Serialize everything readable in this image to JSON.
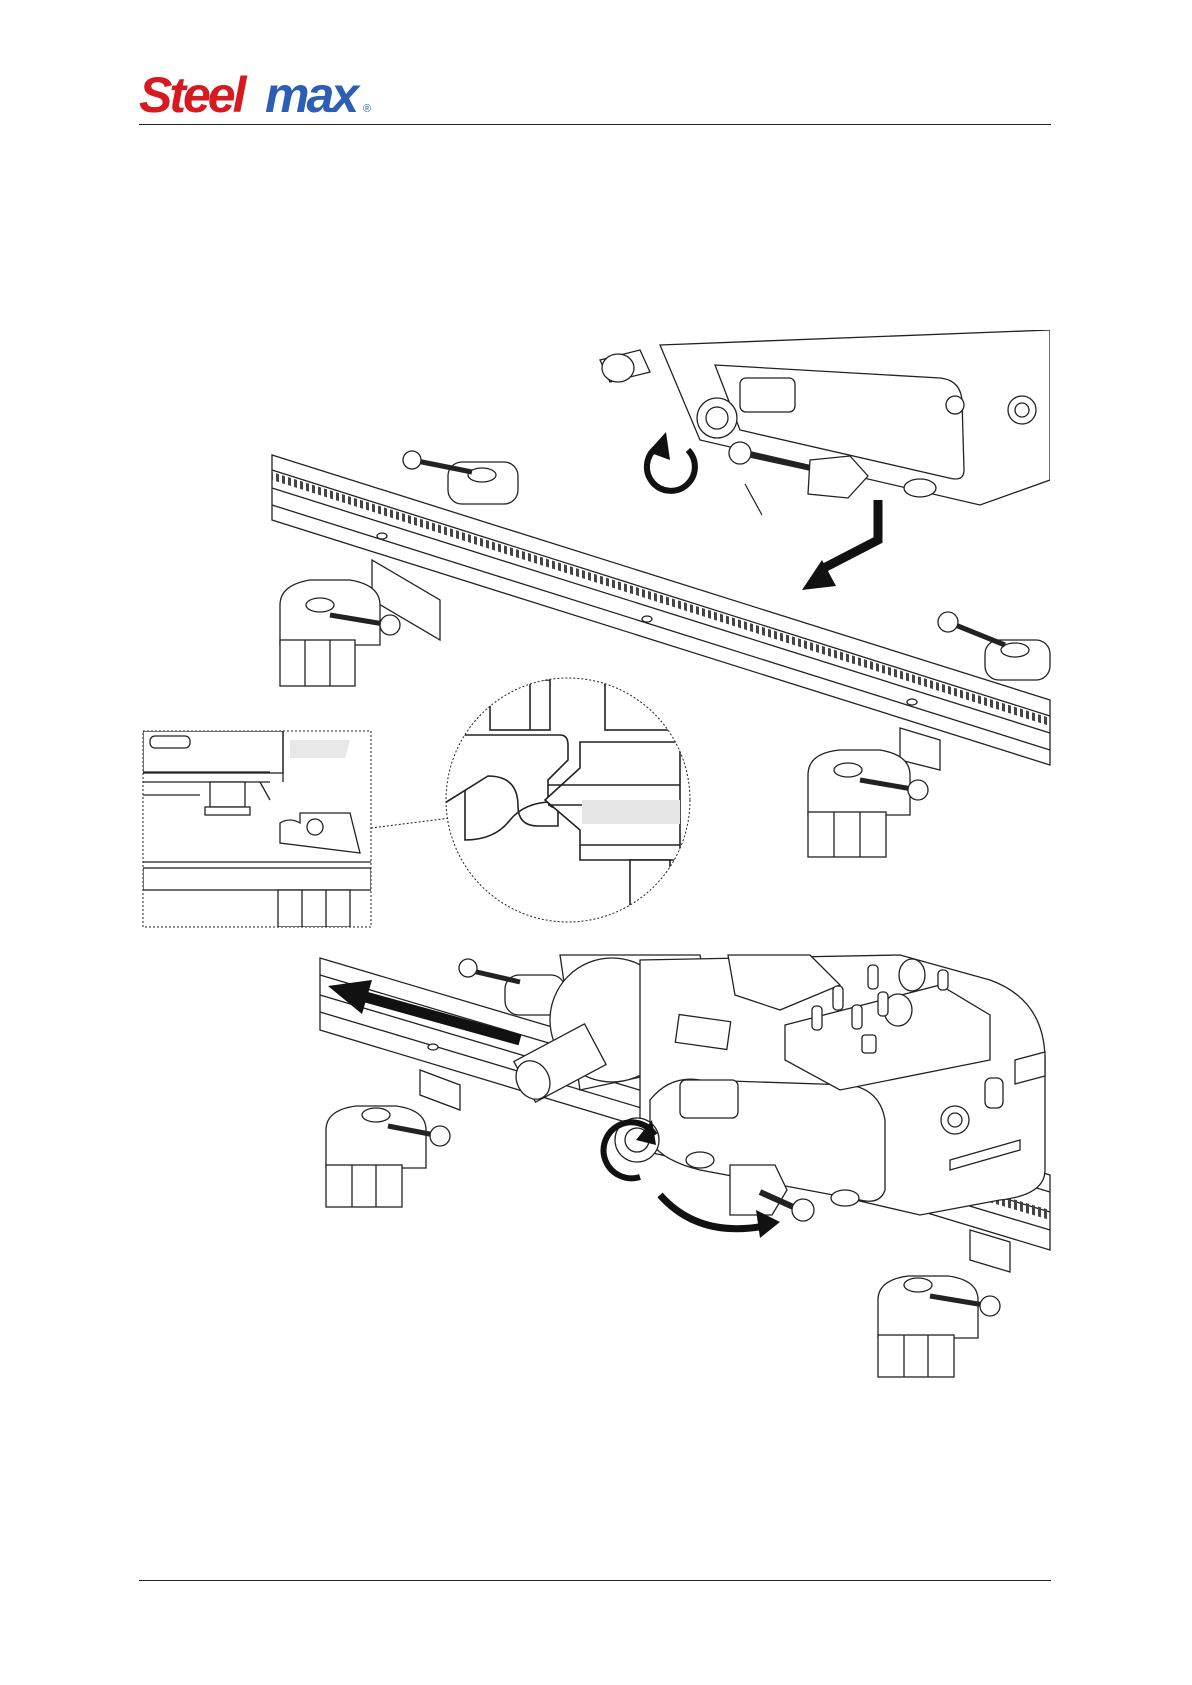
{
  "brand": {
    "name_part1": "Steel",
    "name_part2": "max",
    "registered_mark": "®",
    "colors": {
      "part1": "#d71920",
      "part2": "#2c5fb3"
    }
  },
  "illustrations": [
    {
      "id": "step-attach-carriage",
      "arrows": [
        "rotate-knob-ccw",
        "lower-onto-rail"
      ]
    },
    {
      "id": "detail-side-view"
    },
    {
      "id": "detail-magnified-roller"
    },
    {
      "id": "step-engage-drive",
      "arrows": [
        "travel-along-rail",
        "rotate-knob",
        "swing-lever"
      ]
    }
  ]
}
